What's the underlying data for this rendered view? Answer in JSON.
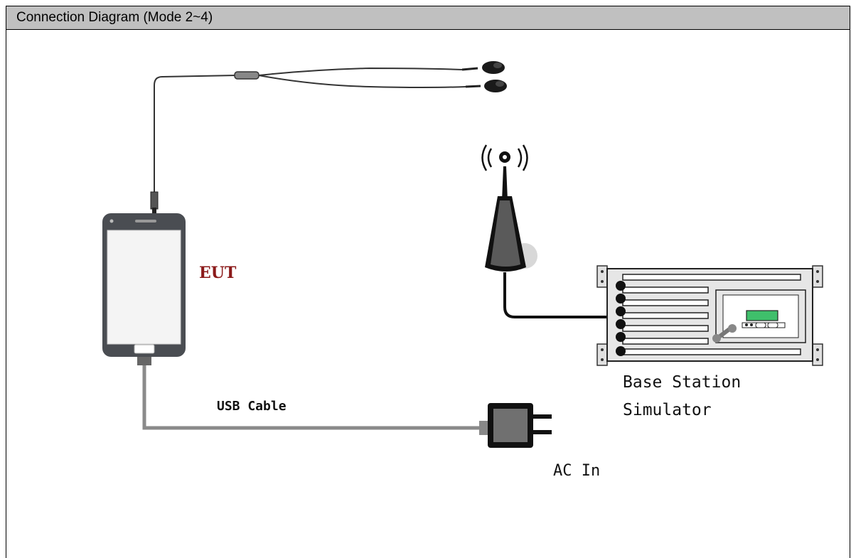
{
  "header": {
    "title": "Connection Diagram (Mode 2~4)"
  },
  "labels": {
    "eut": "EUT",
    "usb_cable": "USB Cable",
    "ac_in": "AC In",
    "base_station_line1": "Base Station",
    "base_station_line2": "Simulator"
  },
  "colors": {
    "header_bg": "#c0c0c0",
    "eut_label": "#8b1a1a",
    "usb_cable": "#8a8a8a",
    "display_green": "#3fbf6b"
  },
  "icons": [
    "earphones-icon",
    "smartphone-icon",
    "antenna-icon",
    "ac-adapter-icon",
    "base-station-simulator-icon"
  ]
}
